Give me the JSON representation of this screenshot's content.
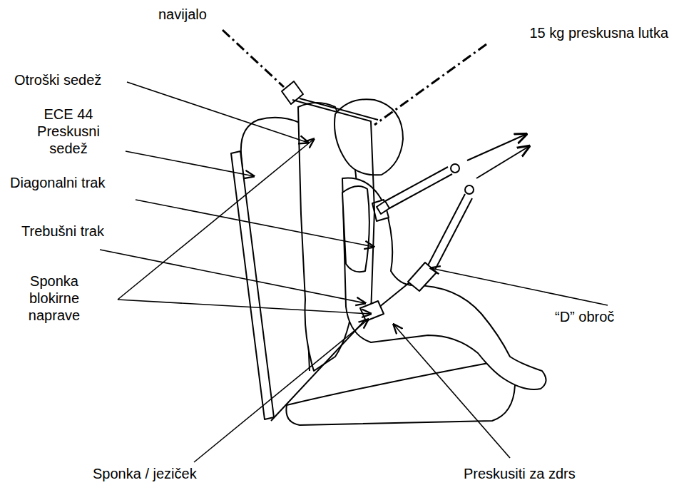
{
  "diagram": {
    "labels": [
      "navijalo",
      "15 kg preskusna lutka",
      "Otroški sedež",
      "ECE 44 Preskusni sedež",
      "Diagonalni trak",
      "Trebušni trak",
      "Sponka blokirne naprave",
      "“D” obroč",
      "Sponka / jeziček",
      "Preskusiti za zdrs"
    ]
  }
}
